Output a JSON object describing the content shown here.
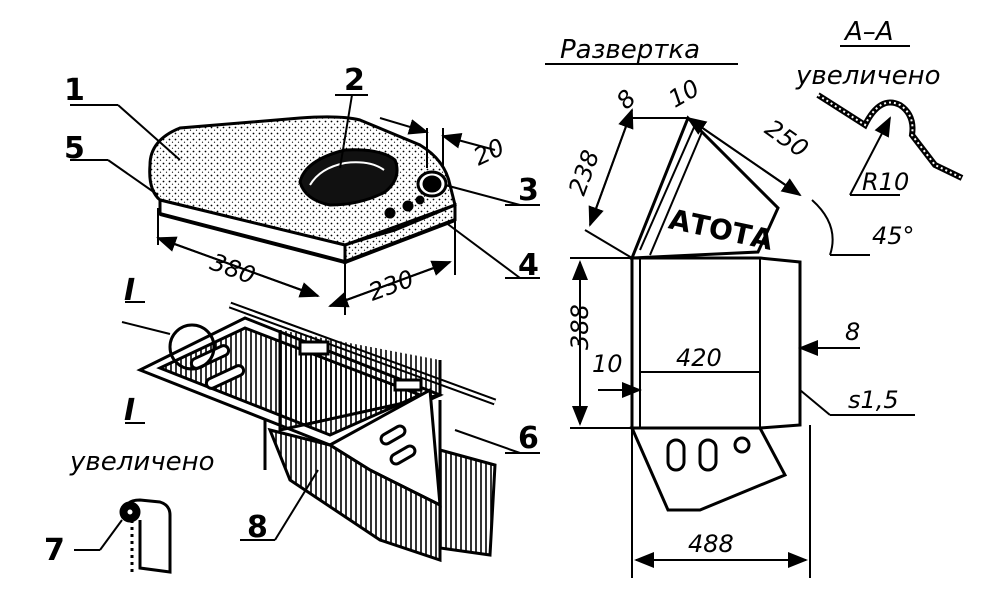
{
  "callouts": {
    "c1": "1",
    "c2": "2",
    "c3": "3",
    "c4": "4",
    "c5": "5",
    "c6": "6",
    "c7": "7",
    "c8": "8",
    "detail_mark": "I",
    "detail_mark_2": "I"
  },
  "labels": {
    "detail_enlarged": "увеличено",
    "razvertka": "Развертка",
    "section": "A–A",
    "section_enlarged": "увеличено",
    "radius": "R10",
    "thickness": "s1,5",
    "stamp": "АТОТА"
  },
  "dimensions": {
    "seat_len": "380",
    "seat_w": "230",
    "seat_gap": "20",
    "d8_top": "8",
    "d10_top": "10",
    "d238": "238",
    "d250": "250",
    "angle": "45°",
    "d388": "388",
    "d10_left": "10",
    "d420": "420",
    "d8_right": "8",
    "d488": "488"
  }
}
